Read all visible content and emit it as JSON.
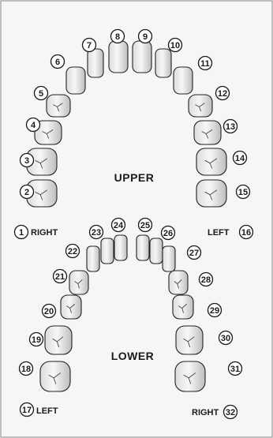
{
  "labels": {
    "upper": "UPPER",
    "lower": "LOWER",
    "upper_right": "RIGHT",
    "upper_left": "LEFT",
    "lower_left": "LEFT",
    "lower_right": "RIGHT"
  },
  "upper_teeth": [
    "1",
    "2",
    "3",
    "4",
    "5",
    "6",
    "7",
    "8",
    "9",
    "10",
    "11",
    "12",
    "13",
    "14",
    "15",
    "16"
  ],
  "lower_teeth": [
    "17",
    "18",
    "19",
    "20",
    "21",
    "22",
    "23",
    "24",
    "25",
    "26",
    "27",
    "28",
    "29",
    "30",
    "31",
    "32"
  ],
  "colors": {
    "tooth_fill": "#f2f2f2",
    "tooth_shade": "#c9c9c9",
    "outline": "#1a1a1a",
    "background": "#f6f6f4"
  }
}
